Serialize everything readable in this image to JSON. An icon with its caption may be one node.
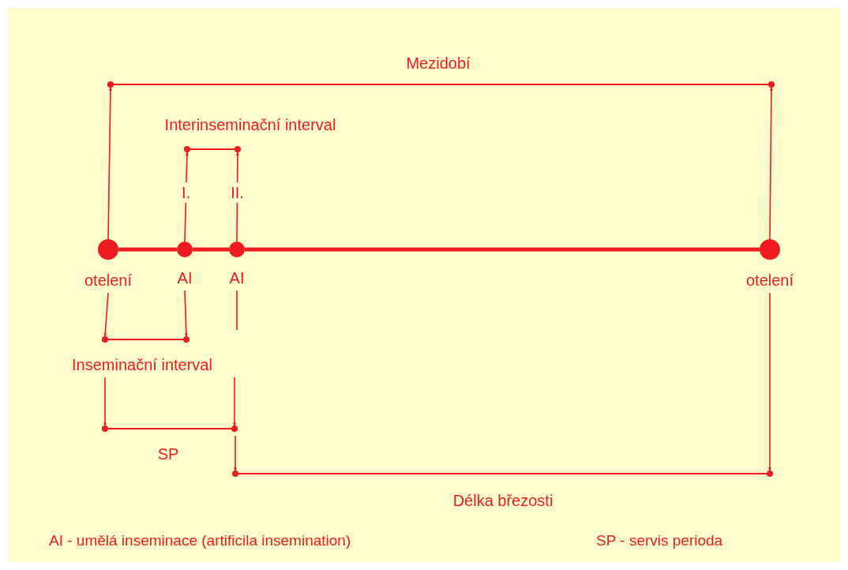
{
  "diagram": {
    "nodes": [
      {
        "text": [
          "otelení"
        ]
      },
      {
        "text": [
          "AI"
        ]
      },
      {
        "text": [
          "AI"
        ]
      },
      {
        "text": [
          "otelení"
        ]
      },
      {
        "text": [
          "Mezidobí"
        ]
      },
      {
        "text": [
          "Interinseminační interval"
        ]
      },
      {
        "text": [
          "Inseminační interval"
        ]
      },
      {
        "text": [
          "SP"
        ]
      },
      {
        "text": [
          "Délka březosti"
        ]
      }
    ],
    "edges": [
      {
        "from": 0,
        "to": 1,
        "arrow": "none",
        "style": "thick"
      },
      {
        "from": 1,
        "to": 2,
        "arrow": "none",
        "style": "thick"
      },
      {
        "from": 2,
        "to": 3,
        "arrow": "none",
        "style": "thick"
      },
      {
        "from": 0,
        "to": 4,
        "arrow": "to"
      },
      {
        "from": 3,
        "to": 4,
        "arrow": "to"
      },
      {
        "from": 1,
        "to": 5,
        "arrow": "to",
        "label": "I."
      },
      {
        "from": 2,
        "to": 5,
        "arrow": "to",
        "label": "II."
      },
      {
        "from": 0,
        "to": 6,
        "arrow": "to"
      },
      {
        "from": 1,
        "to": 6,
        "arrow": "to"
      },
      {
        "from": 6,
        "to": 7,
        "arrow": "to"
      },
      {
        "from": 6,
        "to": 7,
        "arrow": "to"
      },
      {
        "from": 7,
        "to": 8,
        "arrow": "to"
      },
      {
        "from": 3,
        "to": 8,
        "arrow": "to"
      },
      {
        "from": 2,
        "to": null,
        "arrow": "none"
      }
    ],
    "labels": [
      "AI - umělá inseminace (artificila insemination)",
      "SP - servis perioda"
    ]
  }
}
